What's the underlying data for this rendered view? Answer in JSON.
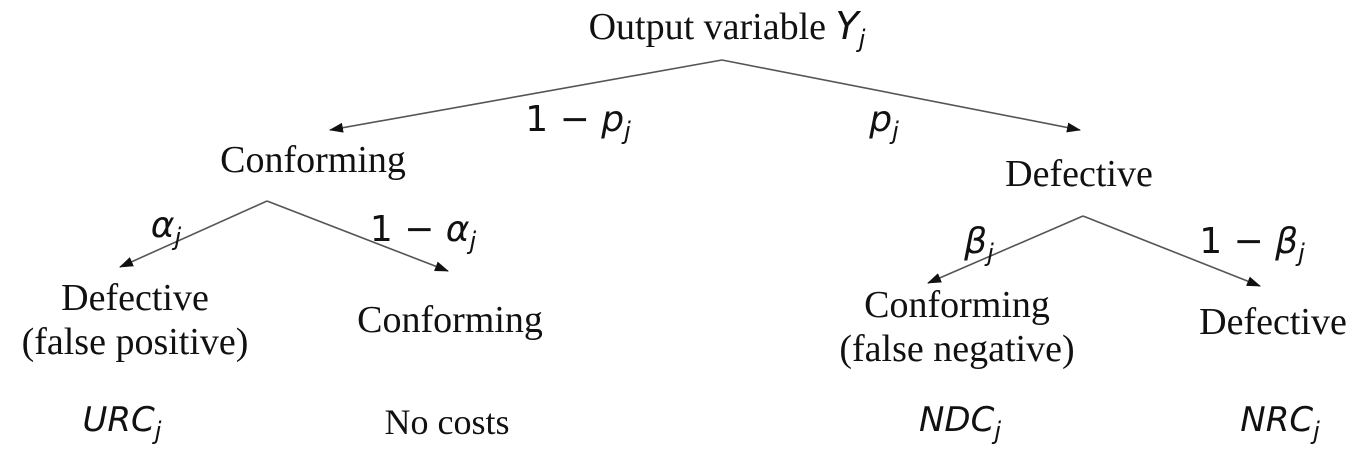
{
  "root": {
    "label": "Output variable",
    "symbol": "Y",
    "subscript": "j"
  },
  "level1": {
    "left": {
      "label": "Conforming",
      "edge_prefix": "1 − ",
      "edge_symbol": "p",
      "edge_subscript": "j"
    },
    "right": {
      "label": "Defective",
      "edge_prefix": "",
      "edge_symbol": "p",
      "edge_subscript": "j"
    }
  },
  "level2": {
    "ll": {
      "line1": "Defective",
      "line2": "(false positive)",
      "edge_prefix": "",
      "edge_symbol": "α",
      "edge_subscript": "j",
      "cost_symbol": "URC",
      "cost_subscript": "j"
    },
    "lr": {
      "line1": "Conforming",
      "edge_prefix": "1 − ",
      "edge_symbol": "α",
      "edge_subscript": "j",
      "cost_text": "No costs"
    },
    "rl": {
      "line1": "Conforming",
      "line2": "(false negative)",
      "edge_prefix": "",
      "edge_symbol": "β",
      "edge_subscript": "j",
      "cost_symbol": "NDC",
      "cost_subscript": "j"
    },
    "rr": {
      "line1": "Defective",
      "edge_prefix": "1 − ",
      "edge_symbol": "β",
      "edge_subscript": "j",
      "cost_symbol": "NRC",
      "cost_subscript": "j"
    }
  },
  "colors": {
    "line": "#555555",
    "text": "#111111"
  }
}
